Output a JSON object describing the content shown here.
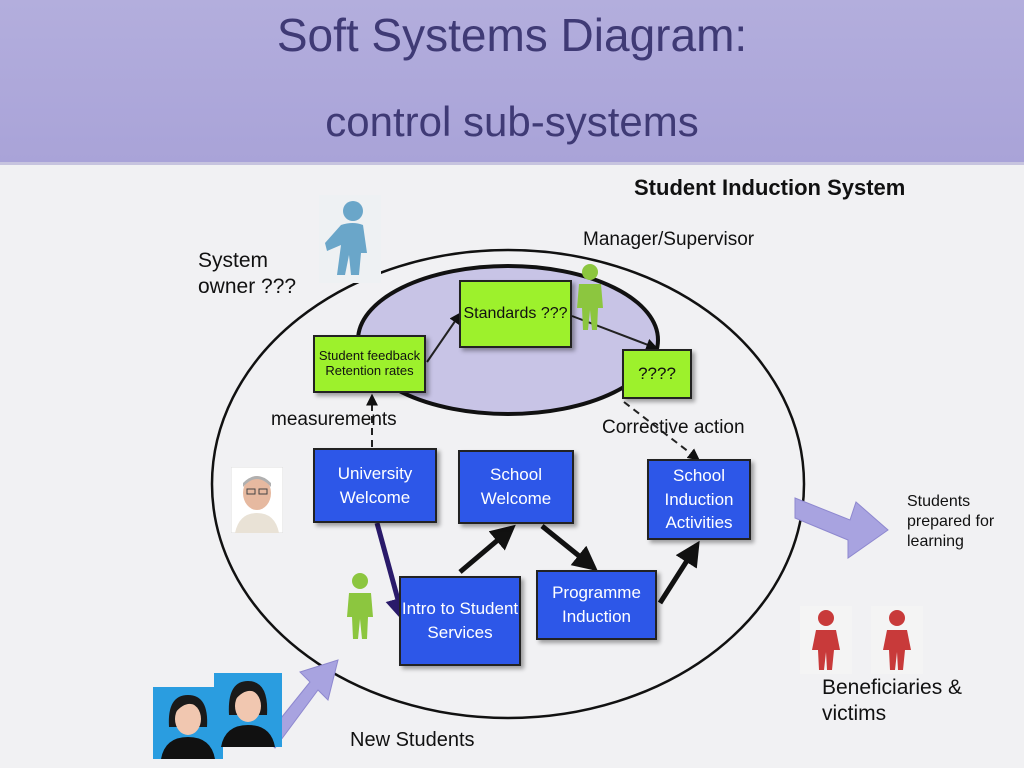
{
  "header": {
    "title_line1": "Soft Systems Diagram:",
    "title_line2": "control sub-systems"
  },
  "system_name": "Student Induction System",
  "labels": {
    "manager": "Manager/Supervisor",
    "owner": "System owner ???",
    "measurements": "measurements",
    "corrective": "Corrective action",
    "new_students": "New Students",
    "output": "Students prepared for learning",
    "beneficiaries": "Beneficiaries & victims"
  },
  "control": {
    "standards": "Standards ???",
    "feedback": "Student feedback Retention rates",
    "unknown": "????"
  },
  "activities": {
    "university_welcome": "University Welcome",
    "school_welcome": "School Welcome",
    "school_induction": "School Induction Activities",
    "intro_services": "Intro to Student Services",
    "programme_induction": "Programme Induction"
  },
  "colors": {
    "header": "#aaa4d9",
    "title_text": "#3f3a75",
    "control_box": "#9df12c",
    "activity_box": "#2d57e8",
    "ellipse_fill": "#c8c4e6",
    "arrow_fill": "#a8a3e0"
  },
  "icons": [
    "person-blue-icon",
    "person-green-icon",
    "person-red-icon",
    "photo-man",
    "photo-woman"
  ]
}
